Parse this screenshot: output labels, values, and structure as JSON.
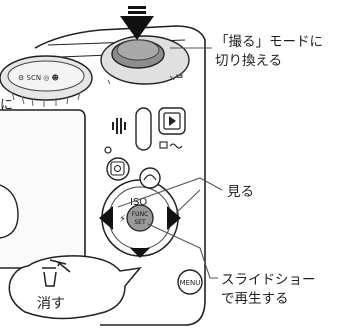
{
  "callouts": {
    "shoot_mode": "「撮る」モードに\n切り換える",
    "view": "見る",
    "slideshow": "スライドショー\nで再生する"
  },
  "partial_text": {
    "cut_left": "に"
  },
  "bubble": {
    "delete_label": "消す",
    "icon": "trash-icon"
  },
  "buttons": {
    "func_set_line1": "FUNC",
    "func_set_line2": "SET",
    "iso": "ISO",
    "menu": "MENU"
  },
  "colors": {
    "body_outline": "#222222",
    "body_fill": "#ffffff",
    "dial_fill": "#8a8a8a",
    "center_button": "#9a9a9a",
    "arrow_fill": "#111111",
    "leader_line": "#555555"
  }
}
